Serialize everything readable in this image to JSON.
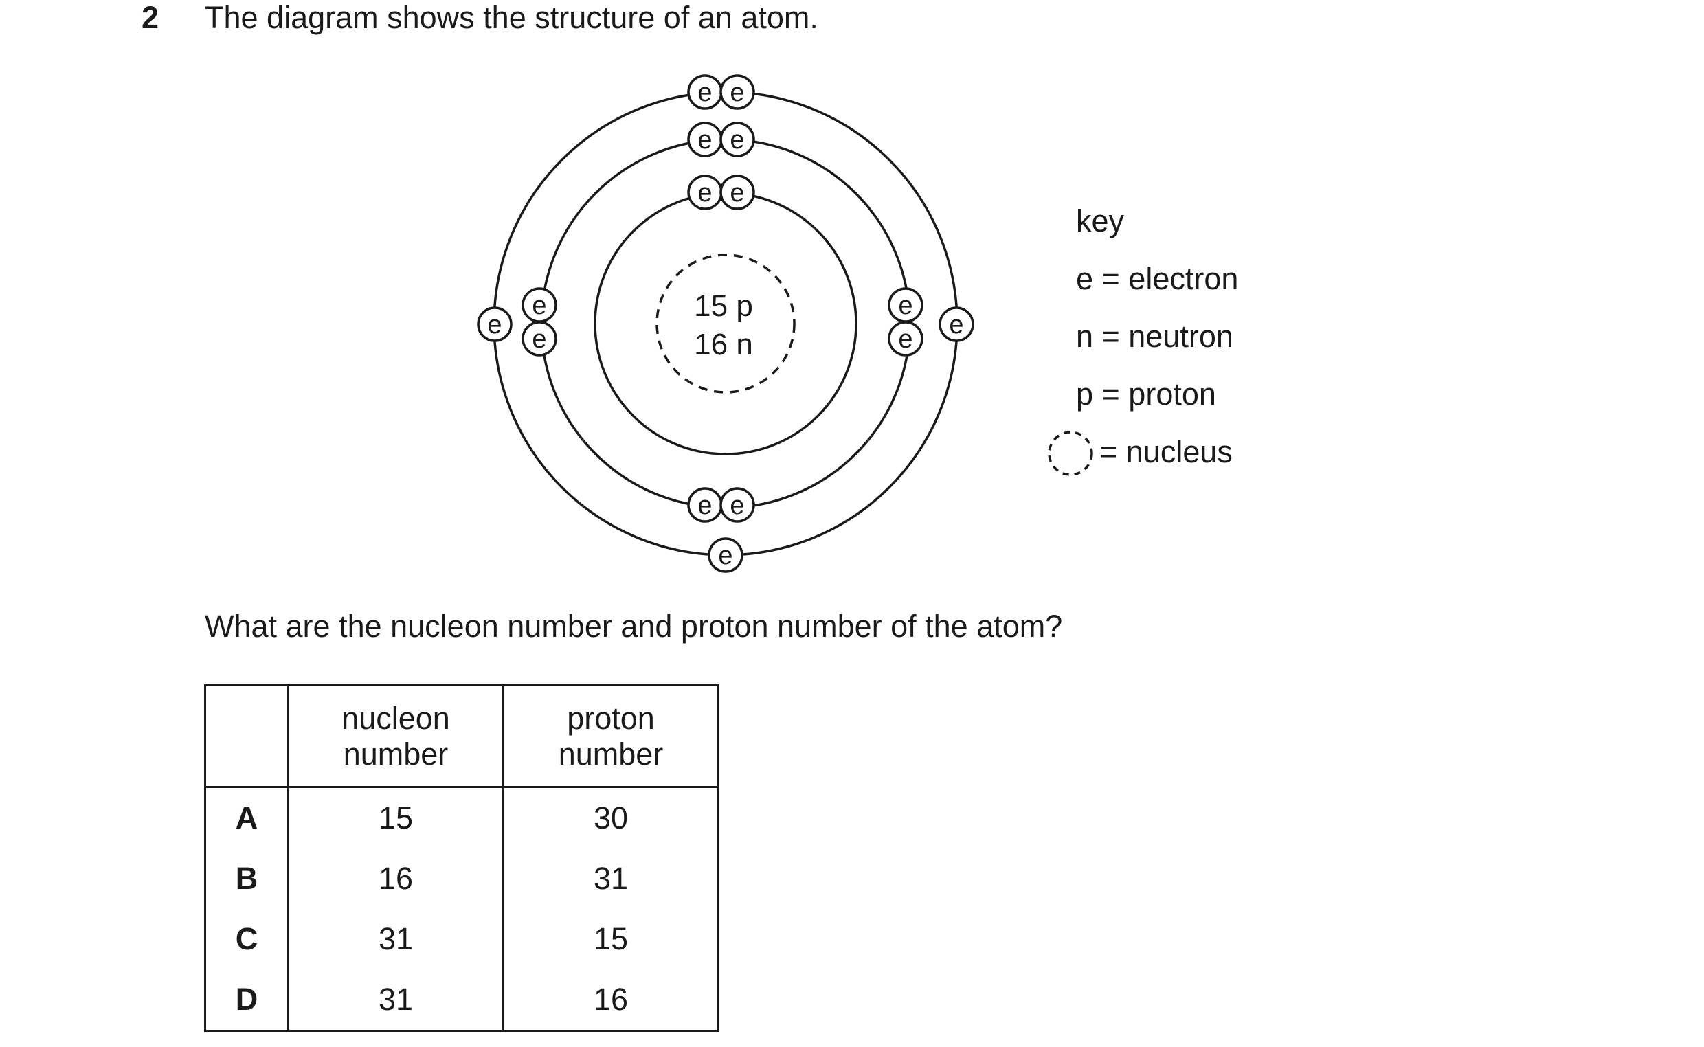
{
  "question": {
    "number": "2",
    "stem": "The diagram shows the structure of an atom.",
    "prompt": "What are the nucleon number and proton number of the atom?"
  },
  "diagram": {
    "nucleus": {
      "protons": "15 p",
      "neutrons": "16 n"
    },
    "electron_symbol": "e",
    "shells": [
      {
        "name": "inner",
        "electrons": 2
      },
      {
        "name": "middle",
        "electrons": 8
      },
      {
        "name": "outer",
        "electrons": 5
      }
    ],
    "key": {
      "title": "key",
      "items": [
        {
          "label": "e = electron"
        },
        {
          "label": "n = neutron"
        },
        {
          "label": "p = proton"
        },
        {
          "label": "= nucleus"
        }
      ]
    }
  },
  "table": {
    "headers": [
      "",
      [
        "nucleon",
        "number"
      ],
      [
        "proton",
        "number"
      ]
    ],
    "rows": [
      {
        "letter": "A",
        "nucleon": "15",
        "proton": "30"
      },
      {
        "letter": "B",
        "nucleon": "16",
        "proton": "31"
      },
      {
        "letter": "C",
        "nucleon": "31",
        "proton": "15"
      },
      {
        "letter": "D",
        "nucleon": "31",
        "proton": "16"
      }
    ]
  }
}
